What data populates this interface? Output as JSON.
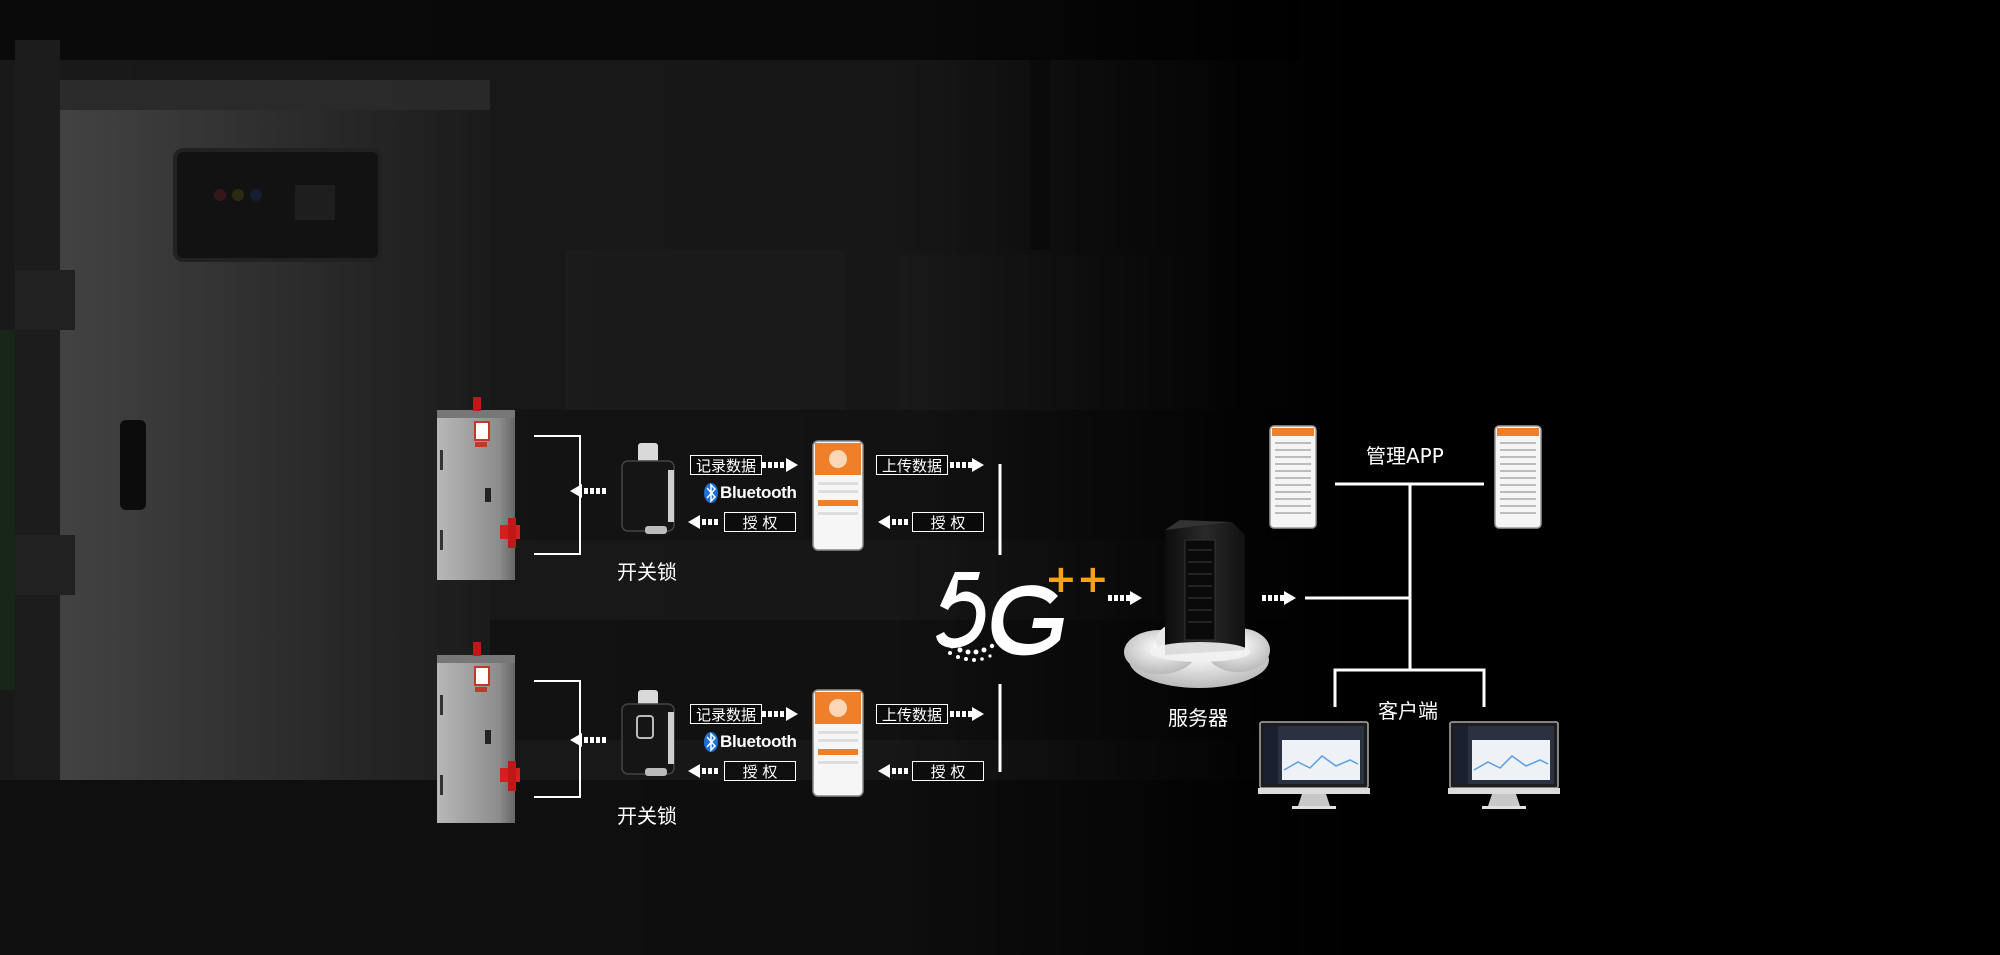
{
  "colors": {
    "background": "#000000",
    "accent": "#f5a21b",
    "line": "#ffffff",
    "app_orange": "#f07f2a",
    "bluetooth_blue": "#1e6fd9"
  },
  "icons": [
    "electrical-cabinet",
    "switch-lock",
    "bluetooth-icon",
    "phone-app",
    "5g-logo",
    "server-rack",
    "cloud",
    "phone-screen",
    "desktop-monitor",
    "dotted-arrow"
  ],
  "rows": [
    {
      "record_label": "记录数据",
      "bluetooth_label": "Bluetooth",
      "auth_left_label": "授 权",
      "upload_label": "上传数据",
      "auth_right_label": "授 权",
      "lock_label": "开关锁"
    },
    {
      "record_label": "记录数据",
      "bluetooth_label": "Bluetooth",
      "auth_left_label": "授 权",
      "upload_label": "上传数据",
      "auth_right_label": "授 权",
      "lock_label": "开关锁"
    }
  ],
  "server": {
    "label": "服务器"
  },
  "network": {
    "label": "5G",
    "plus": "++"
  },
  "management": {
    "label": "管理APP"
  },
  "client": {
    "label": "客户端"
  }
}
